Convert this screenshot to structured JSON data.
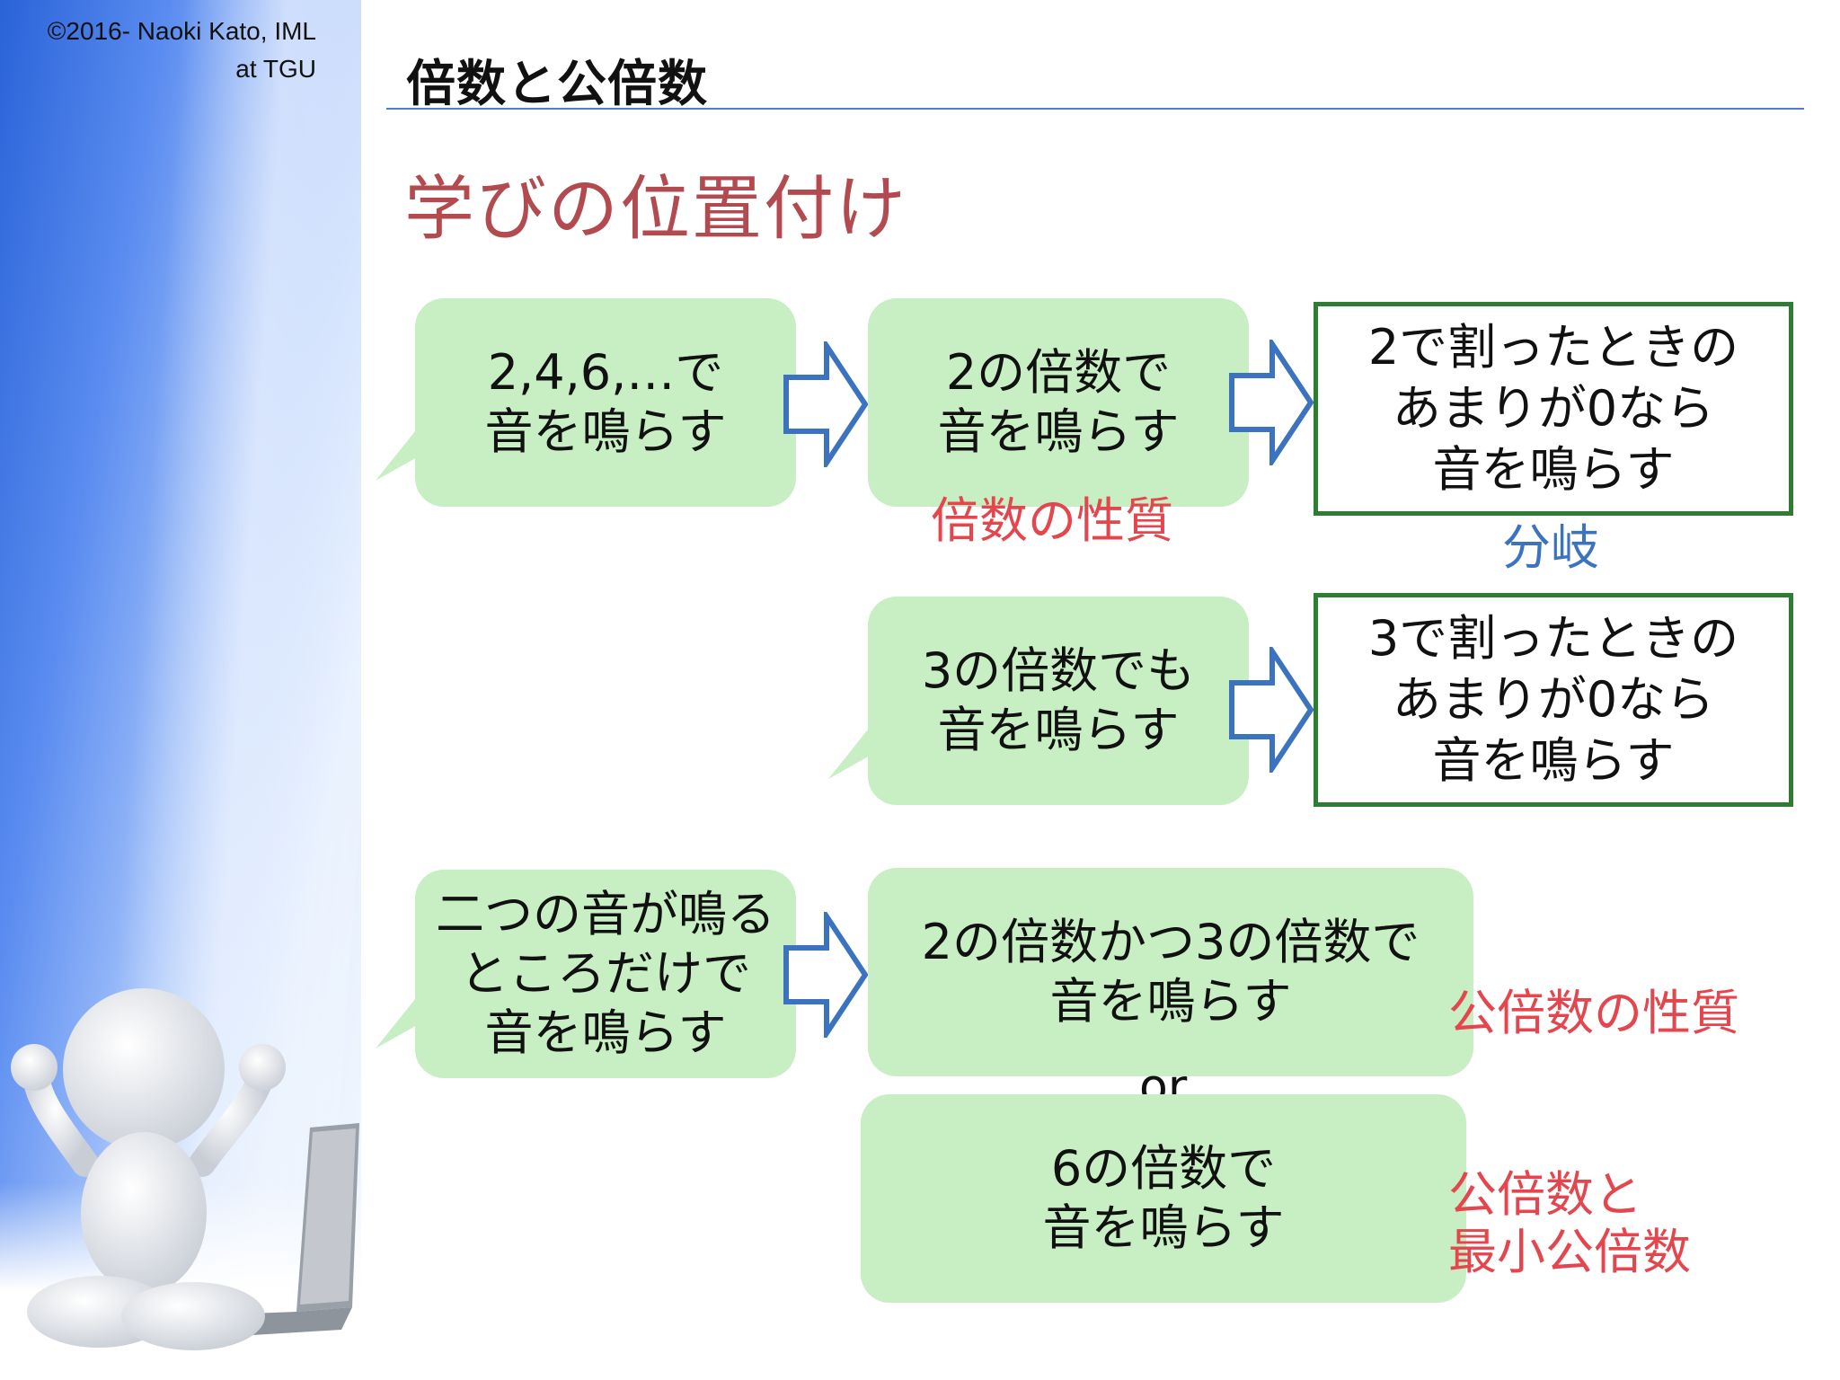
{
  "copyright": {
    "line1": "©2016- Naoki Kato, IML",
    "line2": "at TGU"
  },
  "header": {
    "title": "倍数と公倍数"
  },
  "section": {
    "heading": "学びの位置付け"
  },
  "colors": {
    "bubble": "#c8efc4",
    "box_border": "#2e7d32",
    "arrow": "#3b73c0",
    "note_red": "#e5454c",
    "note_blue": "#3b73c0",
    "heading": "#b24a4f"
  },
  "step1": {
    "bubble": "2,4,6,…で\n音を鳴らす"
  },
  "step2": {
    "bubble": "2の倍数で\n音を鳴らす",
    "note": "倍数の性質"
  },
  "step3": {
    "box": "2で割ったときの\nあまりが0なら\n音を鳴らす",
    "note": "分岐"
  },
  "step4": {
    "bubble": "3の倍数でも\n音を鳴らす"
  },
  "step5": {
    "box": "3で割ったときの\nあまりが0なら\n音を鳴らす"
  },
  "step6": {
    "bubble": "二つの音が鳴る\nところだけで\n音を鳴らす"
  },
  "step7": {
    "bubble": "2の倍数かつ3の倍数で\n音を鳴らす",
    "note": "公倍数の性質"
  },
  "or_label": "or",
  "step8": {
    "bubble": "6の倍数で\n音を鳴らす",
    "note": "公倍数と\n最小公倍数"
  },
  "icons": {
    "arrow": "right-arrow-icon",
    "figure": "cheering-person-icon",
    "laptop": "laptop-icon"
  }
}
